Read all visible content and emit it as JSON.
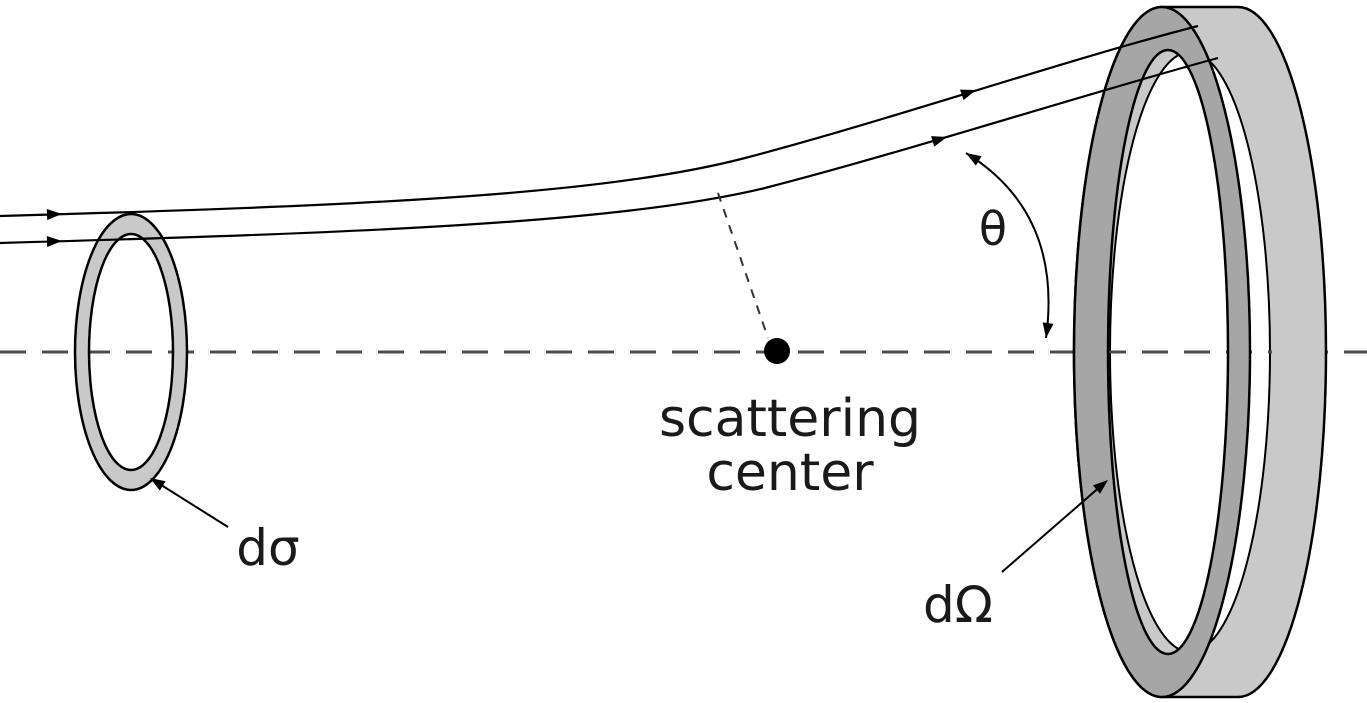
{
  "figure": {
    "labels": {
      "differential_cross_section": "dσ",
      "differential_solid_angle": "dΩ",
      "scattering_angle": "θ",
      "scattering_center_line1": "scattering",
      "scattering_center_line2": "center"
    },
    "colors": {
      "background": "#ffffff",
      "line": "#000000",
      "dashed_axis": "#4d4d4d",
      "ring_band_light": "#c9c9c9",
      "ring_front_dark": "#a6a6a6",
      "hole": "#ffffff"
    }
  }
}
